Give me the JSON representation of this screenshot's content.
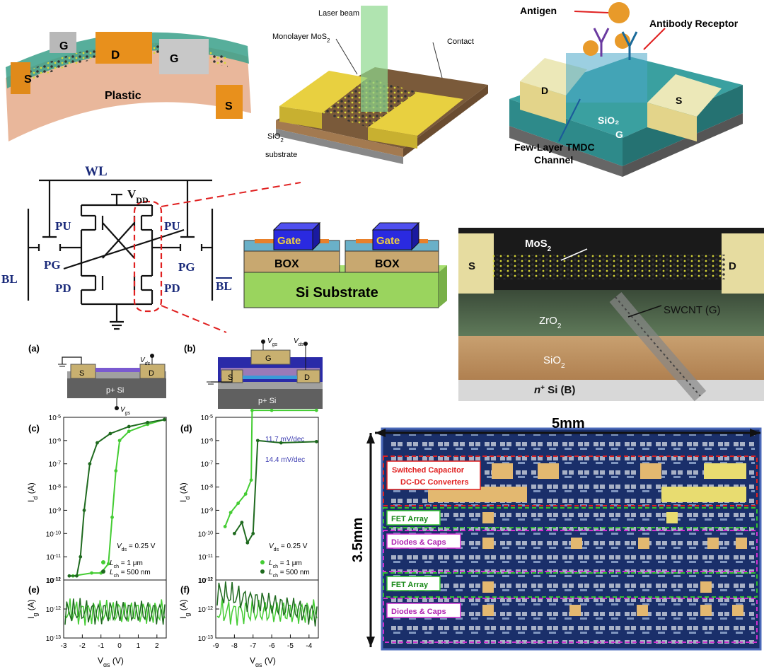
{
  "panel_flex": {
    "labels": {
      "s1": "S",
      "g1": "G",
      "d": "D",
      "g2": "G",
      "s2": "S",
      "substrate": "Plastic"
    }
  },
  "panel_laser": {
    "laser": "Laser beam",
    "material_main": "Monolayer MoS",
    "material_sub": "2",
    "contact": "Contact",
    "oxide_main": "SiO",
    "oxide_sub": "2",
    "substrate": "substrate"
  },
  "panel_bio": {
    "antigen": "Antigen",
    "receptor": "Antibody Receptor",
    "d": "D",
    "s": "S",
    "oxide": "SiO₂",
    "g": "G",
    "channel1": "Few-Layer TMDC",
    "channel2": "Channel"
  },
  "sram": {
    "wl": "WL",
    "vdd": "V",
    "vdd_sub": "DD",
    "pu_l": "PU",
    "pu_r": "PU",
    "pg_l": "PG",
    "pg_r": "PG",
    "pd_l": "PD",
    "pd_r": "PD",
    "bl": "BL",
    "blb": "BL"
  },
  "soi": {
    "gate1": "Gate",
    "gate2": "Gate",
    "box1": "BOX",
    "box2": "BOX",
    "substrate": "Si Substrate"
  },
  "swcnt": {
    "s": "S",
    "d": "D",
    "mos2_main": "MoS",
    "mos2_sub": "2",
    "zro2_main": "ZrO",
    "zro2_sub": "2",
    "swcnt": "SWCNT (G)",
    "sio2_main": "SiO",
    "sio2_sub": "2",
    "nsi": "n",
    "nsi_sup": "+",
    "nsi_rest": " Si (B)"
  },
  "chip": {
    "width": "5mm",
    "height": "3.5mm",
    "blocks": [
      "Switched Capacitor",
      "DC-DC Converters",
      "FET Array",
      "Diodes & Caps",
      "FET Array",
      "Diodes & Caps"
    ]
  },
  "schematics": {
    "a": {
      "label": "(a)",
      "s": "S",
      "d": "D",
      "sub": "p+ Si",
      "vds": "V",
      "vds_sub": "ds",
      "vgs": "V",
      "vgs_sub": "gs"
    },
    "b": {
      "label": "(b)",
      "s": "S",
      "d": "D",
      "g": "G",
      "sub": "p+ Si",
      "vgs": "V",
      "vgs_sub": "gs",
      "vds": "V",
      "vds_sub": "ds"
    }
  },
  "plots": {
    "c": {
      "label": "(c)",
      "vds": "V",
      "vds_sub": "ds",
      "vds_val": " = 0.25 V",
      "leg1": "L",
      "leg1_sub": "ch",
      "leg1_val": " = 1 μm",
      "leg2": "L",
      "leg2_sub": "ch",
      "leg2_val": " = 500 nm"
    },
    "d": {
      "label": "(d)",
      "ss1": "11.7 mV/dec",
      "ss2": "14.4 mV/dec",
      "vds": "V",
      "vds_sub": "ds",
      "vds_val": " = 0.25 V",
      "leg1": "L",
      "leg1_sub": "ch",
      "leg1_val": " = 1 μm",
      "leg2": "L",
      "leg2_sub": "ch",
      "leg2_val": " = 500 nm"
    },
    "e": {
      "label": "(e)"
    },
    "f": {
      "label": "(f)"
    },
    "id_label": "I",
    "id_sub": "d",
    "id_unit": " (A)",
    "ig_label": "I",
    "ig_sub": "g",
    "ig_unit": " (A)",
    "vgs_label": "V",
    "vgs_sub": "gs",
    "vgs_unit": " (V)"
  },
  "colors": {
    "light_green": "#44cc33",
    "dark_green": "#1f6a1f",
    "gold": "#e8c84a",
    "chip_bg": "#1a2f6a",
    "red_dash": "#e02020",
    "navy": "#1a2a7a"
  },
  "chart_data": [
    {
      "type": "line",
      "title": "(c)",
      "xlabel": "",
      "ylabel": "Id (A)",
      "xlim": [
        -3,
        2.5
      ],
      "ylim": [
        1e-12,
        1e-05
      ],
      "yscale": "log",
      "series": [
        {
          "name": "Lch = 1 μm",
          "color": "#44cc33",
          "points": [
            [
              -2.5,
              1.5e-12
            ],
            [
              -1.5,
              2e-12
            ],
            [
              -1.0,
              2e-12
            ],
            [
              -0.6,
              5e-12
            ],
            [
              -0.4,
              5e-10
            ],
            [
              -0.2,
              5e-08
            ],
            [
              0,
              1e-06
            ],
            [
              0.5,
              2.5e-06
            ],
            [
              1.5,
              5e-06
            ],
            [
              2.4,
              8e-06
            ]
          ]
        },
        {
          "name": "Lch = 500 nm",
          "color": "#1f6a1f",
          "points": [
            [
              -2.7,
              1.5e-12
            ],
            [
              -2.3,
              1.5e-12
            ],
            [
              -2.1,
              1e-11
            ],
            [
              -1.9,
              1e-09
            ],
            [
              -1.6,
              1e-07
            ],
            [
              -1.2,
              8e-07
            ],
            [
              -0.5,
              2e-06
            ],
            [
              0.5,
              4e-06
            ],
            [
              1.5,
              6e-06
            ],
            [
              2.4,
              8e-06
            ]
          ]
        }
      ]
    },
    {
      "type": "line",
      "title": "(d)",
      "xlabel": "",
      "ylabel": "Id (A)",
      "xlim": [
        -9,
        -3.5
      ],
      "ylim": [
        1e-12,
        1e-05
      ],
      "yscale": "log",
      "series": [
        {
          "name": "Lch = 1 μm",
          "color": "#44cc33",
          "points": [
            [
              -8.5,
              2e-10
            ],
            [
              -8.2,
              8e-10
            ],
            [
              -7.8,
              2e-09
            ],
            [
              -7.4,
              5e-09
            ],
            [
              -7.1,
              2e-08
            ],
            [
              -7.05,
              2e-05
            ],
            [
              -6,
              2e-05
            ],
            [
              -3.6,
              2e-05
            ]
          ]
        },
        {
          "name": "Lch = 500 nm",
          "color": "#1f6a1f",
          "points": [
            [
              -8.0,
              1e-10
            ],
            [
              -7.6,
              3e-10
            ],
            [
              -7.3,
              4e-11
            ],
            [
              -7.0,
              1e-10
            ],
            [
              -6.75,
              1e-06
            ],
            [
              -5.5,
              8e-07
            ],
            [
              -3.6,
              9e-07
            ]
          ]
        }
      ]
    },
    {
      "type": "line",
      "title": "(e)",
      "xlabel": "Vgs (V)",
      "ylabel": "Ig (A)",
      "xlim": [
        -3,
        2.5
      ],
      "ylim": [
        1e-13,
        1e-11
      ],
      "yscale": "log",
      "xticks": [
        "-3",
        "-2",
        "-1",
        "0",
        "1",
        "2"
      ]
    },
    {
      "type": "line",
      "title": "(f)",
      "xlabel": "Vgs (V)",
      "ylabel": "Ig (A)",
      "xlim": [
        -9,
        -3.5
      ],
      "ylim": [
        1e-13,
        1e-11
      ],
      "yscale": "log",
      "xticks": [
        "-9",
        "-8",
        "-7",
        "-6",
        "-5",
        "-4"
      ]
    }
  ]
}
